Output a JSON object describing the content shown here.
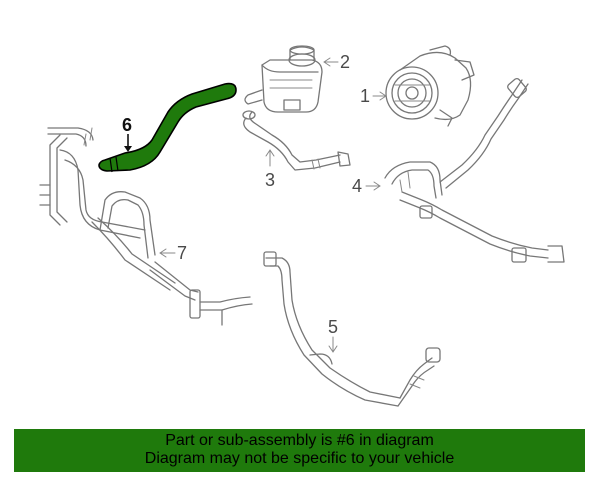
{
  "banner": {
    "line1": "Part or sub-assembly is #6 in diagram",
    "line2": "Diagram may not be specific to your vehicle",
    "color": "#1f7a0c"
  },
  "highlight_color": "#1f7a0c",
  "callouts": {
    "part2": "2",
    "part1": "1",
    "part6": "6",
    "part3": "3",
    "part4": "4",
    "part7": "7",
    "part5": "5"
  }
}
